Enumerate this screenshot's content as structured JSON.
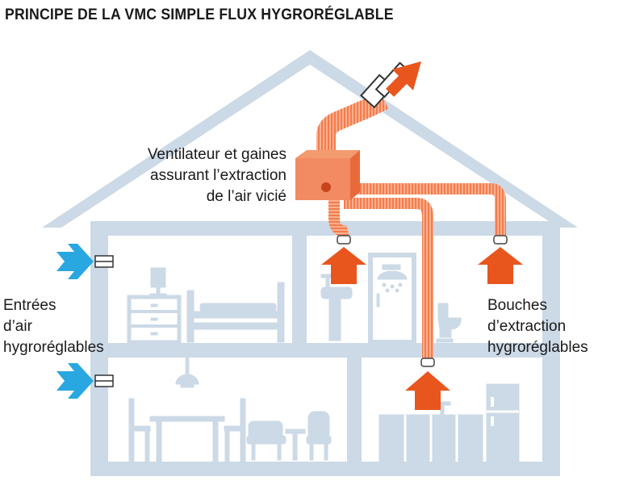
{
  "title": "PRINCIPE DE LA VMC SIMPLE FLUX HYGRORÉGLABLE",
  "labels": {
    "fan": [
      "Ventilateur et gaines",
      "assurant l’extraction",
      "de l’air vicié"
    ],
    "inlets": [
      "Entrées",
      "d’air",
      "hygroréglables"
    ],
    "outlets": [
      "Bouches",
      "d’extraction",
      "hygroréglables"
    ]
  },
  "colors": {
    "house": "#ccd9e6",
    "furniture": "#ccd9e6",
    "exhaust": "#e8561e",
    "duct": "#f28a62",
    "fresh_air": "#29a7e0",
    "text": "#1a1a1a"
  },
  "icons": [
    "fan-unit-icon",
    "exhaust-arrow-icon",
    "fresh-air-arrow-icon",
    "air-inlet-grille-icon",
    "extraction-vent-icon",
    "bed-icon",
    "nightstand-icon",
    "lamp-icon",
    "shower-icon",
    "sink-icon",
    "toilet-icon",
    "table-icon",
    "chair-icon",
    "armchair-icon",
    "kitchen-cabinet-icon",
    "fridge-icon",
    "pendant-lamp-icon"
  ]
}
